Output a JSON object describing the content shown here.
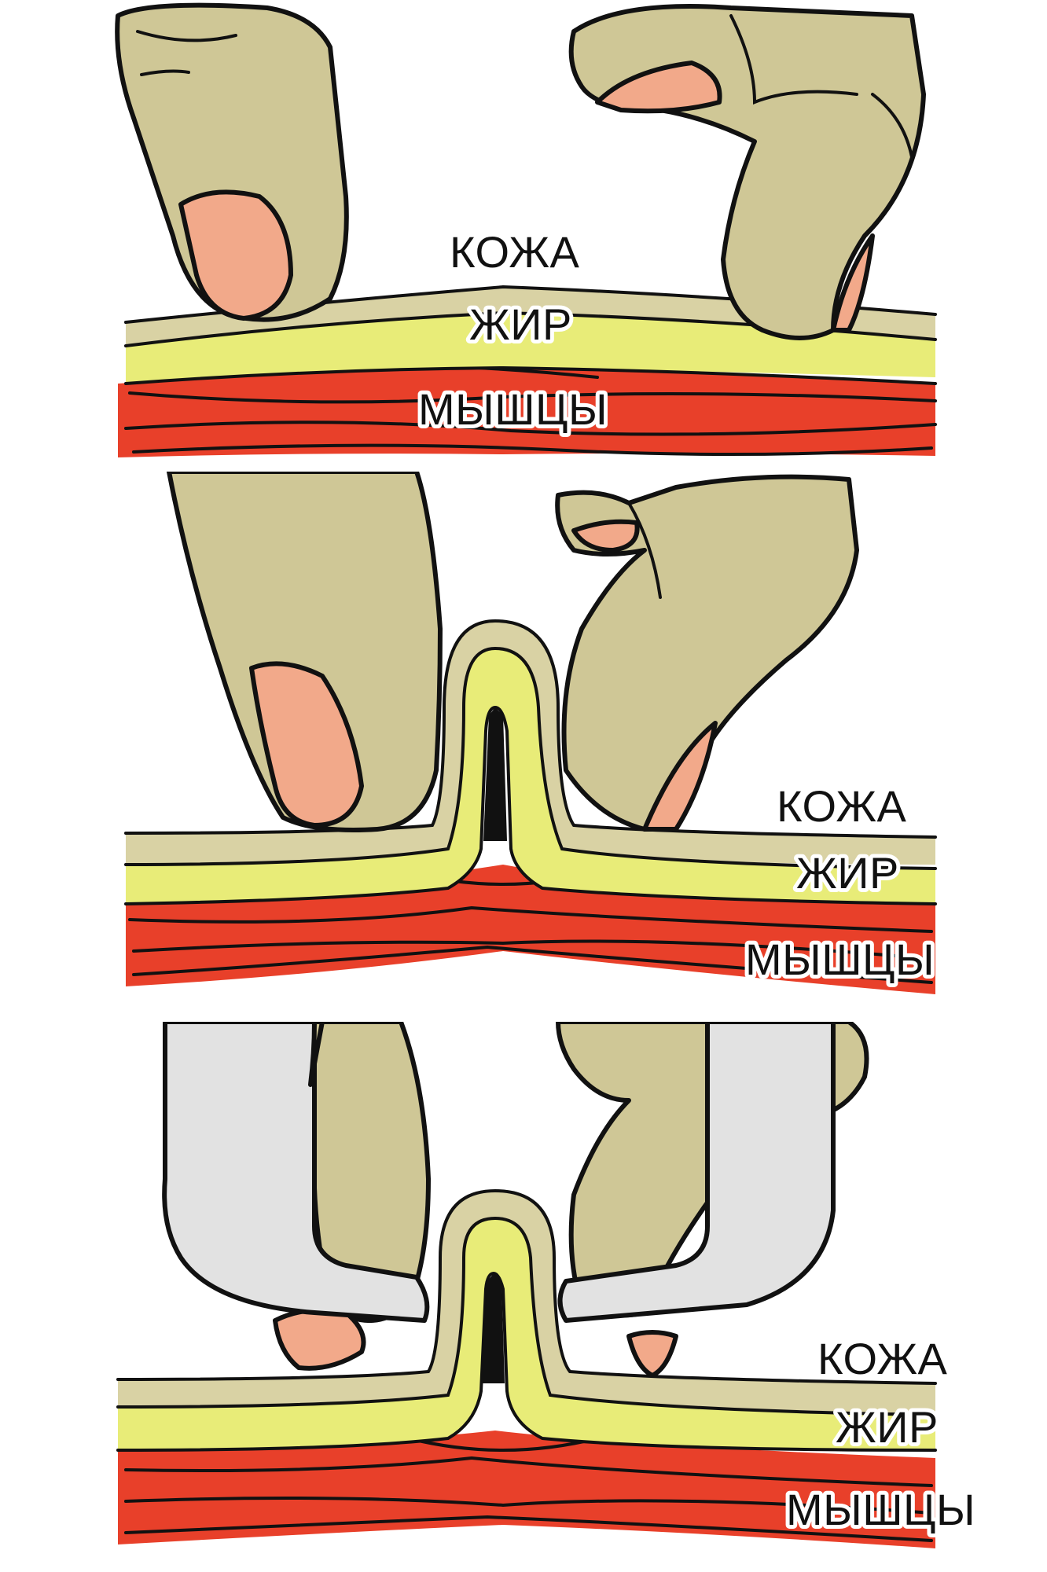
{
  "colors": {
    "finger": "#cfc796",
    "nail": "#f2a98a",
    "skin": "#d9d2a4",
    "fat": "#e8ec78",
    "muscle": "#e8402a",
    "instrument": "#e2e2e2",
    "outline": "#111111"
  },
  "panels": [
    {
      "labels": {
        "skin": "КОЖА",
        "fat": "ЖИР",
        "muscle": "МЫШЦЫ"
      }
    },
    {
      "labels": {
        "skin": "КОЖА",
        "fat": "ЖИР",
        "muscle": "МЫШЦЫ"
      }
    },
    {
      "labels": {
        "skin": "КОЖА",
        "fat": "ЖИР",
        "muscle": "МЫШЦЫ"
      }
    }
  ]
}
